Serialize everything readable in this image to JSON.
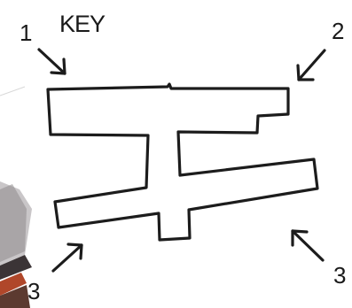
{
  "key": {
    "title": "KEY"
  },
  "markers": [
    {
      "label": "1"
    },
    {
      "label": "2"
    },
    {
      "label": "3"
    },
    {
      "label": "3"
    }
  ],
  "colors": {
    "outline": "#1c1c1c",
    "text": "#1a1a1a",
    "background": "#ffffff",
    "photo_wall": "#c9c6c8",
    "photo_shadow": "#8e8a8c",
    "photo_accent": "#b0472a"
  }
}
